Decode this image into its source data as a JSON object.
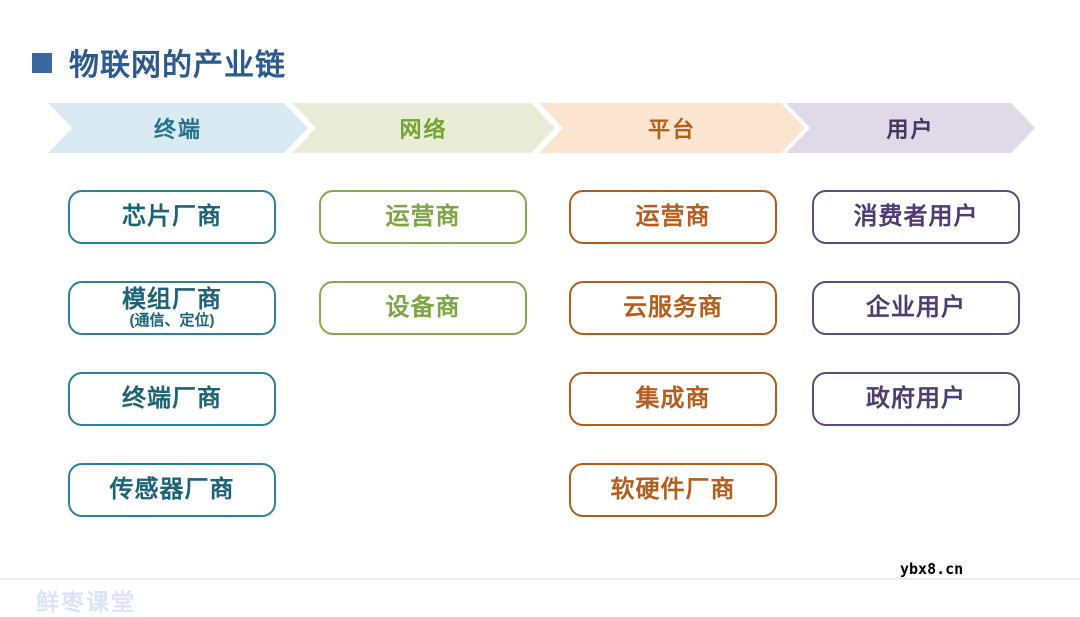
{
  "slide": {
    "title": "物联网的产业链",
    "title_color": "#2C5A8F",
    "bullet_color": "#3A679E",
    "watermark_left": "鲜枣课堂",
    "watermark_right": "ybx8.cn"
  },
  "chain": {
    "columns": [
      {
        "id": "terminal",
        "header": "终端",
        "colors": {
          "header_bg": "#D9EAF2",
          "header_text": "#27748B",
          "border": "#2C8099",
          "text": "#1C6377"
        },
        "boxes": [
          {
            "label": "芯片厂商"
          },
          {
            "label": "模组厂商",
            "sublabel": "(通信、定位)"
          },
          {
            "label": "终端厂商"
          },
          {
            "label": "传感器厂商"
          }
        ]
      },
      {
        "id": "network",
        "header": "网络",
        "colors": {
          "header_bg": "#E9EDD8",
          "header_text": "#74A233",
          "border": "#82A94E",
          "text": "#7CA544"
        },
        "boxes": [
          {
            "label": "运营商"
          },
          {
            "label": "设备商"
          }
        ]
      },
      {
        "id": "platform",
        "header": "平台",
        "colors": {
          "header_bg": "#FBE5D0",
          "header_text": "#B2611C",
          "border": "#B05C1D",
          "text": "#B35E1E"
        },
        "boxes": [
          {
            "label": "运营商"
          },
          {
            "label": "云服务商"
          },
          {
            "label": "集成商"
          },
          {
            "label": "软硬件厂商"
          }
        ]
      },
      {
        "id": "user",
        "header": "用户",
        "colors": {
          "header_bg": "#DEDAE8",
          "header_text": "#443760",
          "border": "#5D4B7E",
          "text": "#4F3D72"
        },
        "boxes": [
          {
            "label": "消费者用户"
          },
          {
            "label": "企业用户"
          },
          {
            "label": "政府用户"
          }
        ]
      }
    ]
  }
}
